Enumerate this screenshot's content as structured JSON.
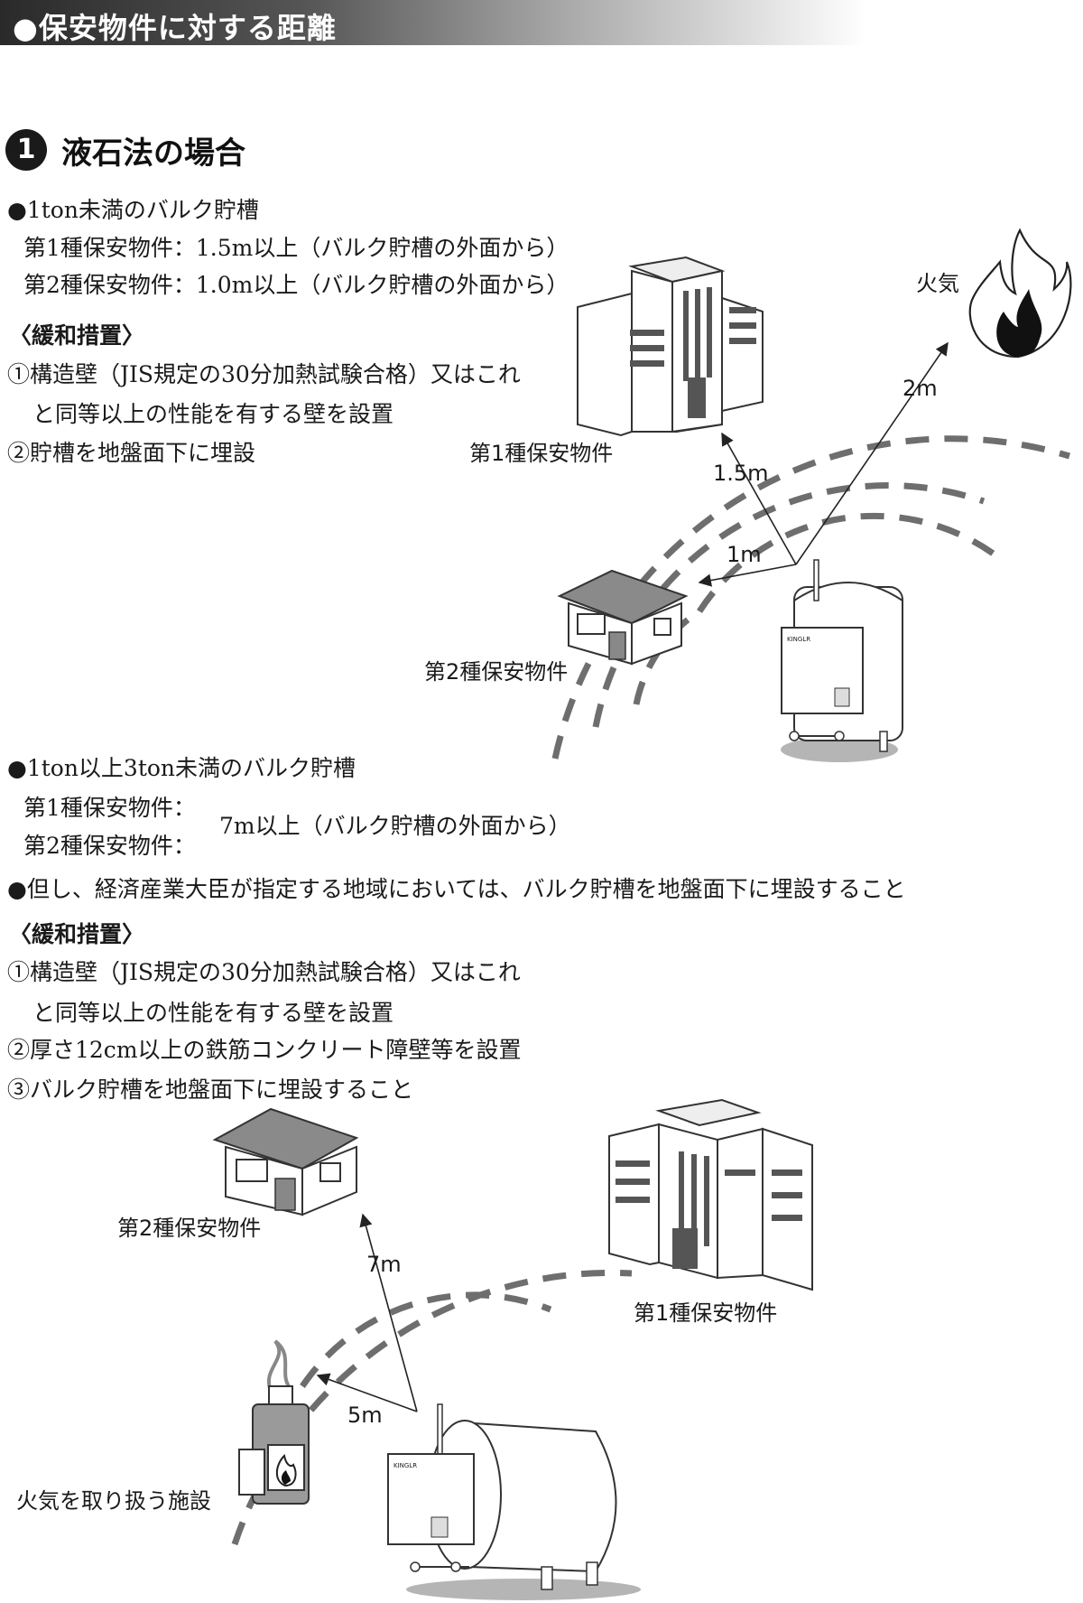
{
  "header": {
    "title": "●保安物件に対する距離"
  },
  "section1": {
    "number": "1",
    "title": "液石法の場合",
    "case_a": {
      "heading": "●1ton未満のバルク貯槽",
      "line1": "第1種保安物件：1.5m以上（バルク貯槽の外面から）",
      "line2": "第2種保安物件：1.0m以上（バルク貯槽の外面から）"
    },
    "mitigation_a": {
      "heading": "〈緩和措置〉",
      "item1_line1": "①構造壁（JIS規定の30分加熱試験合格）又はこれ",
      "item1_line2": "と同等以上の性能を有する壁を設置",
      "item2": "②貯槽を地盤面下に埋設"
    },
    "case_b": {
      "heading": "●1ton以上3ton未満のバルク貯槽",
      "label1": "第1種保安物件：",
      "label2": "第2種保安物件：",
      "distance": "7m以上（バルク貯槽の外面から）",
      "note": "●但し、経済産業大臣が指定する地域においては、バルク貯槽を地盤面下に埋設すること"
    },
    "mitigation_b": {
      "heading": "〈緩和措置〉",
      "item1_line1": "①構造壁（JIS規定の30分加熱試験合格）又はこれ",
      "item1_line2": "と同等以上の性能を有する壁を設置",
      "item2": "②厚さ12cm以上の鉄筋コンクリート障壁等を設置",
      "item3": "③バルク貯槽を地盤面下に埋設すること"
    }
  },
  "diagram1": {
    "label_class1": "第1種保安物件",
    "label_class2": "第2種保安物件",
    "label_fire": "火気",
    "dist_1m": "1m",
    "dist_1_5m": "1.5m",
    "dist_2m": "2m",
    "tank_brand": "KINGLR"
  },
  "diagram2": {
    "label_class1": "第1種保安物件",
    "label_class2": "第2種保安物件",
    "label_fire_facility": "火気を取り扱う施設",
    "dist_7m": "7m",
    "dist_5m": "5m",
    "tank_brand": "KINGLR"
  }
}
